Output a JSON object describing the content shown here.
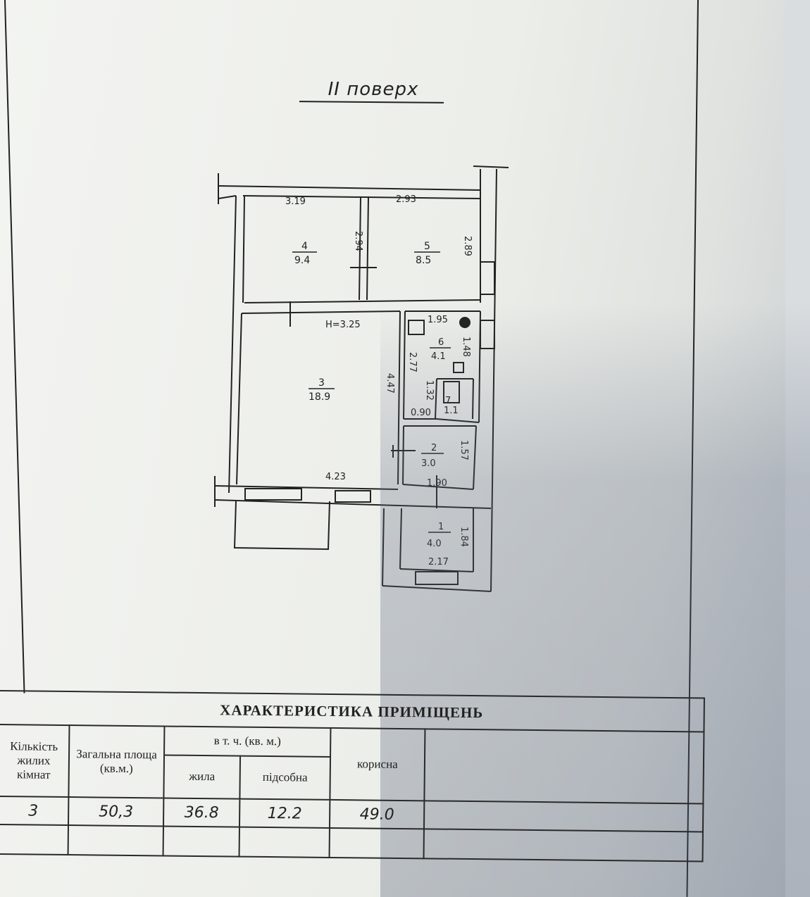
{
  "header": {
    "title": "II поверх"
  },
  "plan": {
    "rooms": [
      {
        "number": "4",
        "area": "9.4",
        "top_dim": "3.19",
        "side_dim": "2.94"
      },
      {
        "number": "5",
        "area": "8.5",
        "top_dim": "2.93",
        "side_dim": "2.89"
      },
      {
        "number": "3",
        "area": "18.9",
        "height": "H=3.25",
        "side_dim": "4.47",
        "bottom_dim": "4.23"
      },
      {
        "number": "6",
        "area": "4.1",
        "top_dim": "1.95",
        "side_dim": "1.48",
        "left_dim": "2.77"
      },
      {
        "number": "7",
        "area": "1.1",
        "left_dim": "1.32",
        "bottom_dim": "0.90"
      },
      {
        "number": "2",
        "area": "3.0",
        "side_dim": "1.57",
        "bottom_dim": "1.90"
      },
      {
        "number": "1",
        "area": "4.0",
        "side_dim": "1.84",
        "bottom_dim": "2.17"
      }
    ]
  },
  "characteristics": {
    "title": "ХАРАКТЕРИСТИКА ПРИМІЩЕНЬ",
    "headers": {
      "rooms_count": "Кількість жилих кімнат",
      "total_area": "Загальна площа (кв.м.)",
      "including": "в т. ч. (кв. м.)",
      "living": "жила",
      "auxiliary": "підсобна",
      "useful": "корисна"
    },
    "values": {
      "rooms_count": "3",
      "total_area": "50,3",
      "living": "36.8",
      "auxiliary": "12.2",
      "useful": "49.0"
    }
  }
}
